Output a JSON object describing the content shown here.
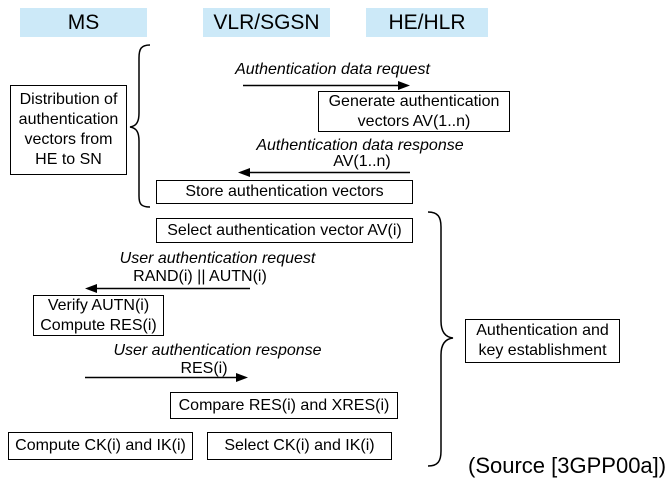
{
  "colors": {
    "entity_bg": "#cce9f8",
    "stroke": "#000000",
    "background": "#ffffff"
  },
  "entities": [
    {
      "label": "MS"
    },
    {
      "label": "VLR/SGSN"
    },
    {
      "label": "HE/HLR"
    }
  ],
  "messages": {
    "auth_data_request": {
      "label": "Authentication data request"
    },
    "auth_data_response": {
      "label": "Authentication data response",
      "param": "AV(1..n)"
    },
    "user_auth_request": {
      "label": "User authentication request",
      "param": "RAND(i) || AUTN(i)"
    },
    "user_auth_response": {
      "label": "User authentication response",
      "param": "RES(i)"
    }
  },
  "boxes": {
    "distribution": {
      "lines": [
        "Distribution of",
        "authentication",
        "vectors from",
        "HE to SN"
      ]
    },
    "generate": {
      "lines": [
        "Generate authentication",
        "vectors AV(1..n)"
      ]
    },
    "store": {
      "label": "Store authentication vectors"
    },
    "select_av": {
      "label": "Select authentication vector AV(i)"
    },
    "verify": {
      "lines": [
        "Verify AUTN(i)",
        "Compute RES(i)"
      ]
    },
    "compare": {
      "label": "Compare RES(i) and XRES(i)"
    },
    "compute_ck": {
      "label": "Compute CK(i) and IK(i)"
    },
    "select_ck": {
      "label": "Select CK(i) and IK(i)"
    },
    "auth_key": {
      "lines": [
        "Authentication and",
        "key establishment"
      ]
    }
  },
  "source_note": "(Source [3GPP00a])"
}
